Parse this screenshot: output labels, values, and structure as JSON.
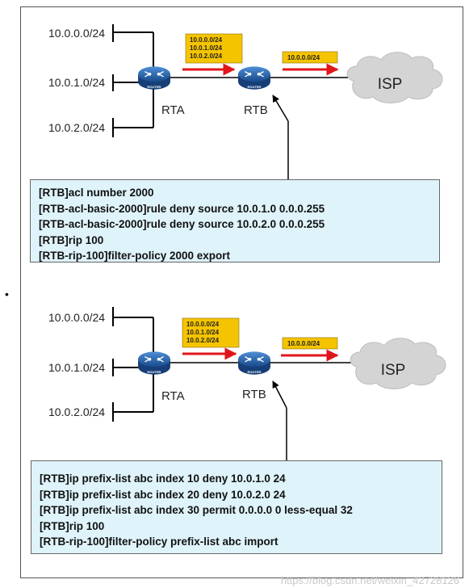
{
  "diagrams": [
    {
      "networks": [
        "10.0.0.0/24",
        "10.0.1.0/24",
        "10.0.2.0/24"
      ],
      "router_a": "RTA",
      "router_b": "RTB",
      "router_icon_label": "ROUTER",
      "cloud": "ISP",
      "tag_a_lines": [
        "10.0.0.0/24",
        "10.0.1.0/24",
        "10.0.2.0/24"
      ],
      "tag_b_lines": [
        "10.0.0.0/24"
      ],
      "config": [
        "[RTB]acl number 2000",
        "[RTB-acl-basic-2000]rule deny source 10.0.1.0 0.0.0.255",
        "[RTB-acl-basic-2000]rule deny source 10.0.2.0 0.0.0.255",
        "[RTB]rip 100",
        "[RTB-rip-100]filter-policy 2000 export"
      ]
    },
    {
      "networks": [
        "10.0.0.0/24",
        "10.0.1.0/24",
        "10.0.2.0/24"
      ],
      "router_a": "RTA",
      "router_b": "RTB",
      "router_icon_label": "ROUTER",
      "cloud": "ISP",
      "tag_a_lines": [
        "10.0.0.0/24",
        "10.0.1.0/24",
        "10.0.2.0/24"
      ],
      "tag_b_lines": [
        "10.0.0.0/24"
      ],
      "config": [
        "[RTB]ip prefix-list abc index 10 deny 10.0.1.0 24",
        "[RTB]ip prefix-list abc index 20 deny 10.0.2.0 24",
        "[RTB]ip prefix-list abc index 30 permit 0.0.0.0 0 less-equal 32",
        "[RTB]rip 100",
        "[RTB-rip-100]filter-policy prefix-list abc import"
      ]
    }
  ],
  "bullet": "•",
  "watermark": "https://blog.csdn.net/weixin_42728126",
  "colors": {
    "router": "#1f5fa8",
    "tag_fill": "#f5c400",
    "arrow": "#e0161b",
    "cloud": "#d4d4d4",
    "config_bg": "#dff3fb"
  }
}
